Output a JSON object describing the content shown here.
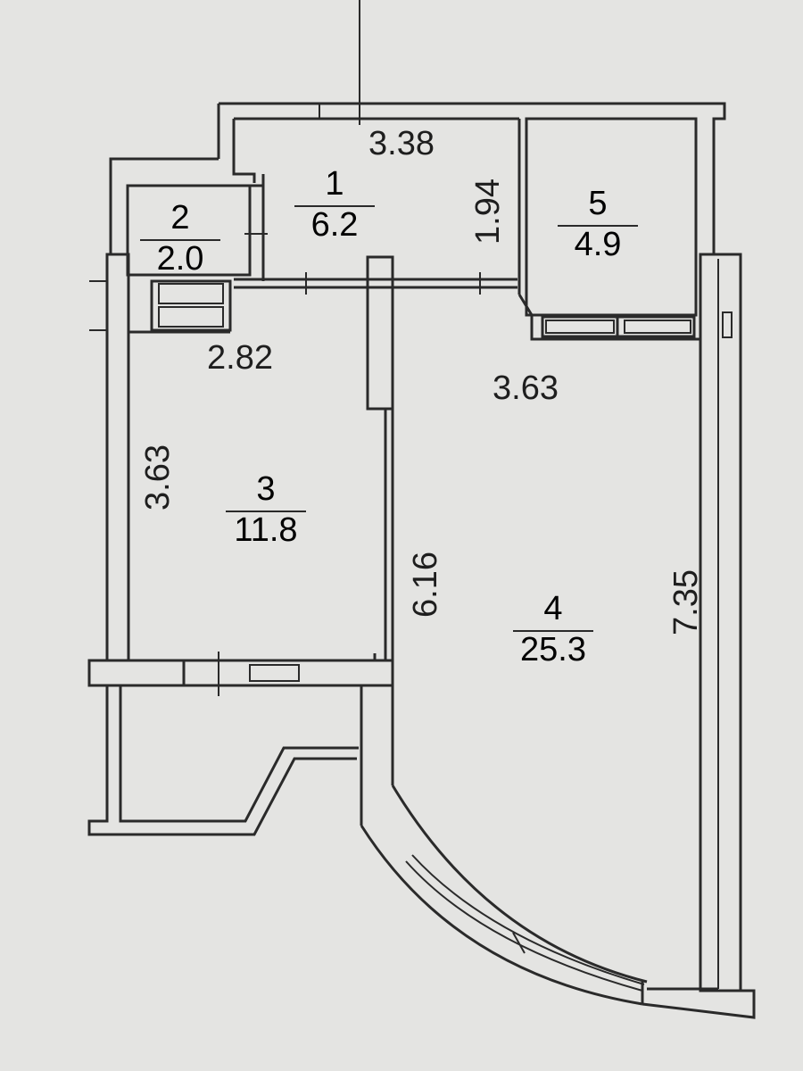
{
  "colors": {
    "paper": "#e4e4e2",
    "wall": "#2a2a2a",
    "wall_fill": "#e9e9e7"
  },
  "rooms": [
    {
      "number": "1",
      "area": "6.2"
    },
    {
      "number": "2",
      "area": "2.0"
    },
    {
      "number": "3",
      "area": "11.8"
    },
    {
      "number": "4",
      "area": "25.3"
    },
    {
      "number": "5",
      "area": "4.9"
    }
  ],
  "dimensions": {
    "room1_width": "3.38",
    "room1_depth": "1.94",
    "hall_width": "2.82",
    "room3_depth": "3.63",
    "room4_width": "3.63",
    "room4_partition": "6.16",
    "room4_depth": "7.35"
  }
}
